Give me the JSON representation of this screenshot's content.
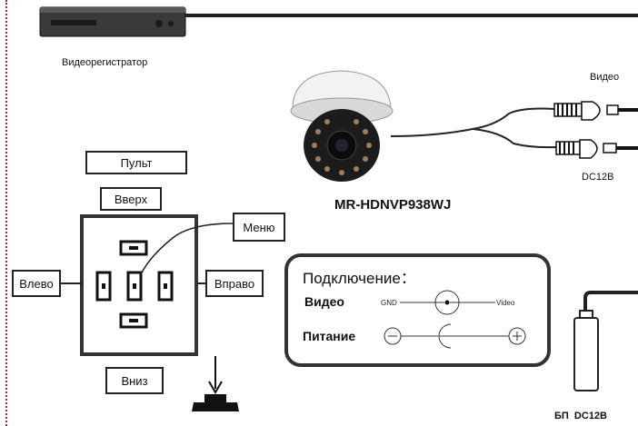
{
  "recorder": {
    "label": "Видеорегистратор"
  },
  "camera": {
    "model": "MR-HDNVP938WJ"
  },
  "cables": {
    "video_label": "Видео",
    "power_label": "DC12B"
  },
  "remote": {
    "title": "Пульт",
    "up": "Вверх",
    "down": "Вниз",
    "left": "Влево",
    "right": "Вправо",
    "menu": "Меню"
  },
  "connection": {
    "title": "Подключение：",
    "video": {
      "label": "Видео",
      "gnd": "GND",
      "signal": "Video"
    },
    "power": {
      "label": "Питание"
    }
  },
  "psu": {
    "label": "БП  DC12B"
  },
  "colors": {
    "line": "#222222",
    "accent_dots": "#a03030"
  }
}
